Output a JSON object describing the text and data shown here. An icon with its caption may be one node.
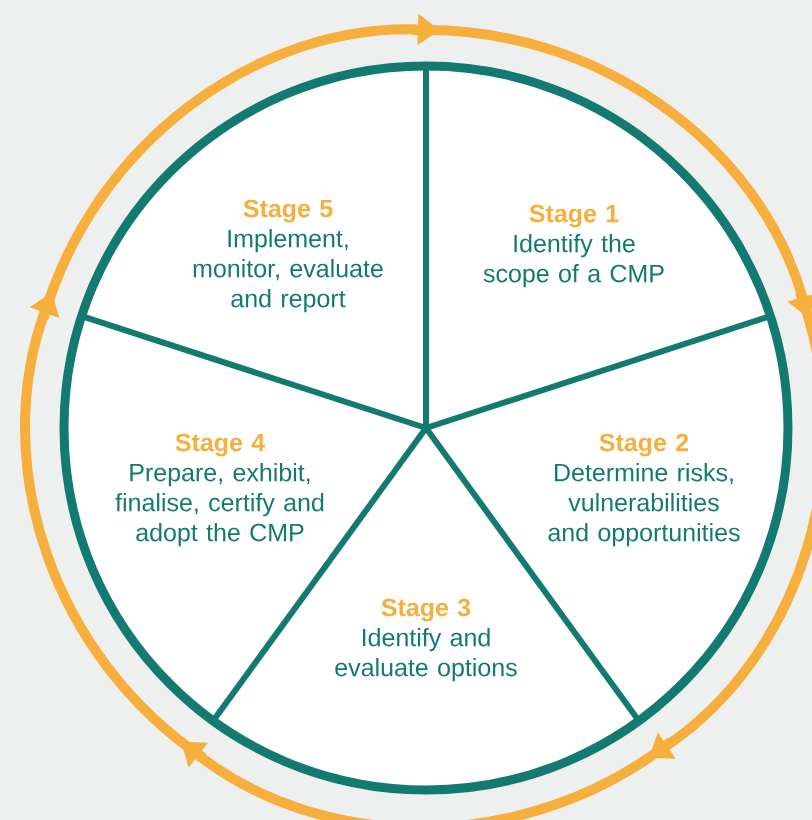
{
  "diagram": {
    "nodes": [
      {
        "text": [
          "Stage 1",
          "Identify the scope of a CMP"
        ]
      },
      {
        "text": [
          "Stage 2",
          "Determine risks, vulnerabilities and opportunities"
        ]
      },
      {
        "text": [
          "Stage 3",
          "Identify and evaluate options"
        ]
      },
      {
        "text": [
          "Stage 4",
          "Prepare, exhibit, finalise, certify and adopt the CMP"
        ]
      },
      {
        "text": [
          "Stage 5",
          "Implement, monitor, evaluate and report"
        ]
      }
    ]
  }
}
